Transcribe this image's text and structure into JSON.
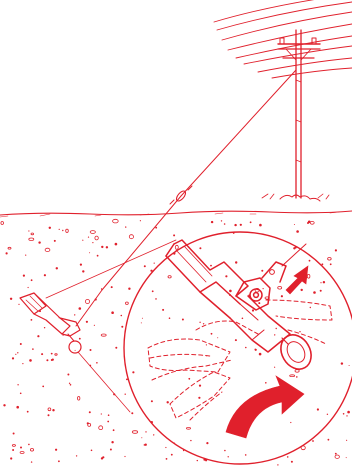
{
  "diagram": {
    "ink_color": "#e0202c",
    "background_color": "#ffffff",
    "subject": "anchor-installation-illustration",
    "elements": [
      "power-lines",
      "utility-pole",
      "guy-wire",
      "ground-line",
      "soil",
      "buried-anchor",
      "detail-circle",
      "upward-arrow",
      "rotation-arrow"
    ]
  }
}
